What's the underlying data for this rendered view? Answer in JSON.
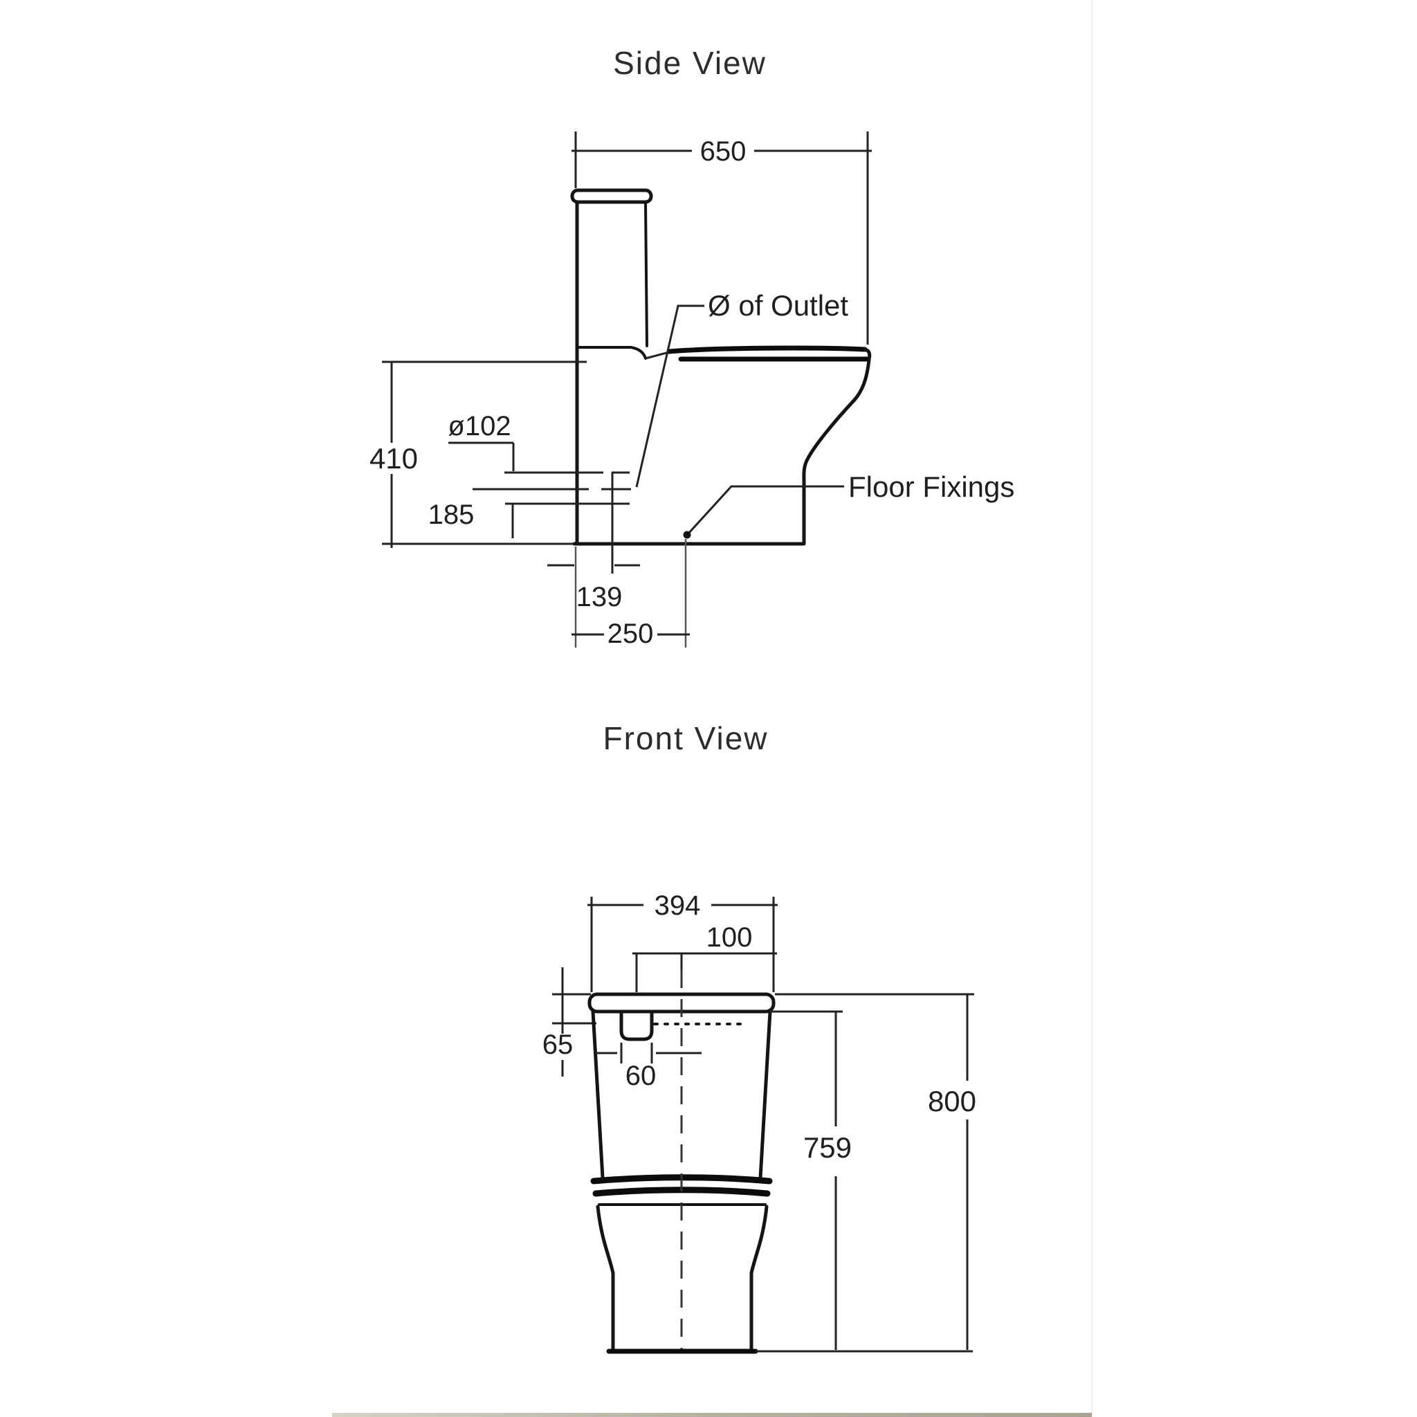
{
  "page": {
    "background_color": "#ffffff",
    "line_color": "#141414"
  },
  "side_view": {
    "title": "Side View",
    "dimensions": {
      "overall_depth": "650",
      "seat_height": "410",
      "outlet_diameter": "ø102",
      "outlet_height": "185",
      "outlet_setout": "139",
      "fixing_setout": "250"
    },
    "labels": {
      "outlet": "Ø of Outlet",
      "floor_fixings": "Floor Fixings"
    }
  },
  "front_view": {
    "title": "Front View",
    "dimensions": {
      "overall_width": "394",
      "button_offset": "100",
      "lid_height": "65",
      "button_width": "60",
      "overall_height": "800",
      "lid_underside_height": "759"
    }
  }
}
